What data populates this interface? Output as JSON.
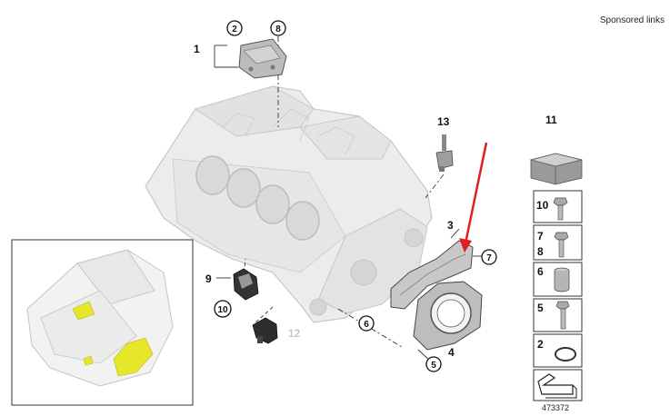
{
  "header": {
    "sponsored": "Sponsored links"
  },
  "diagram_id": "473372",
  "callouts": {
    "c1": "1",
    "c2": "2",
    "c3": "3",
    "c4": "4",
    "c5": "5",
    "c6": "6",
    "c7": "7",
    "c8": "8",
    "c9": "9",
    "c10": "10",
    "c11": "11",
    "c12": "12",
    "c13": "13"
  },
  "parts_list": {
    "p11": "11",
    "p10": "10",
    "p7": "7",
    "p8": "8",
    "p6": "6",
    "p5": "5",
    "p2": "2"
  },
  "colors": {
    "highlight": "#e6e62a",
    "arrow": "#e02020",
    "part": "#bcbcbc",
    "engine": "#ececec"
  }
}
